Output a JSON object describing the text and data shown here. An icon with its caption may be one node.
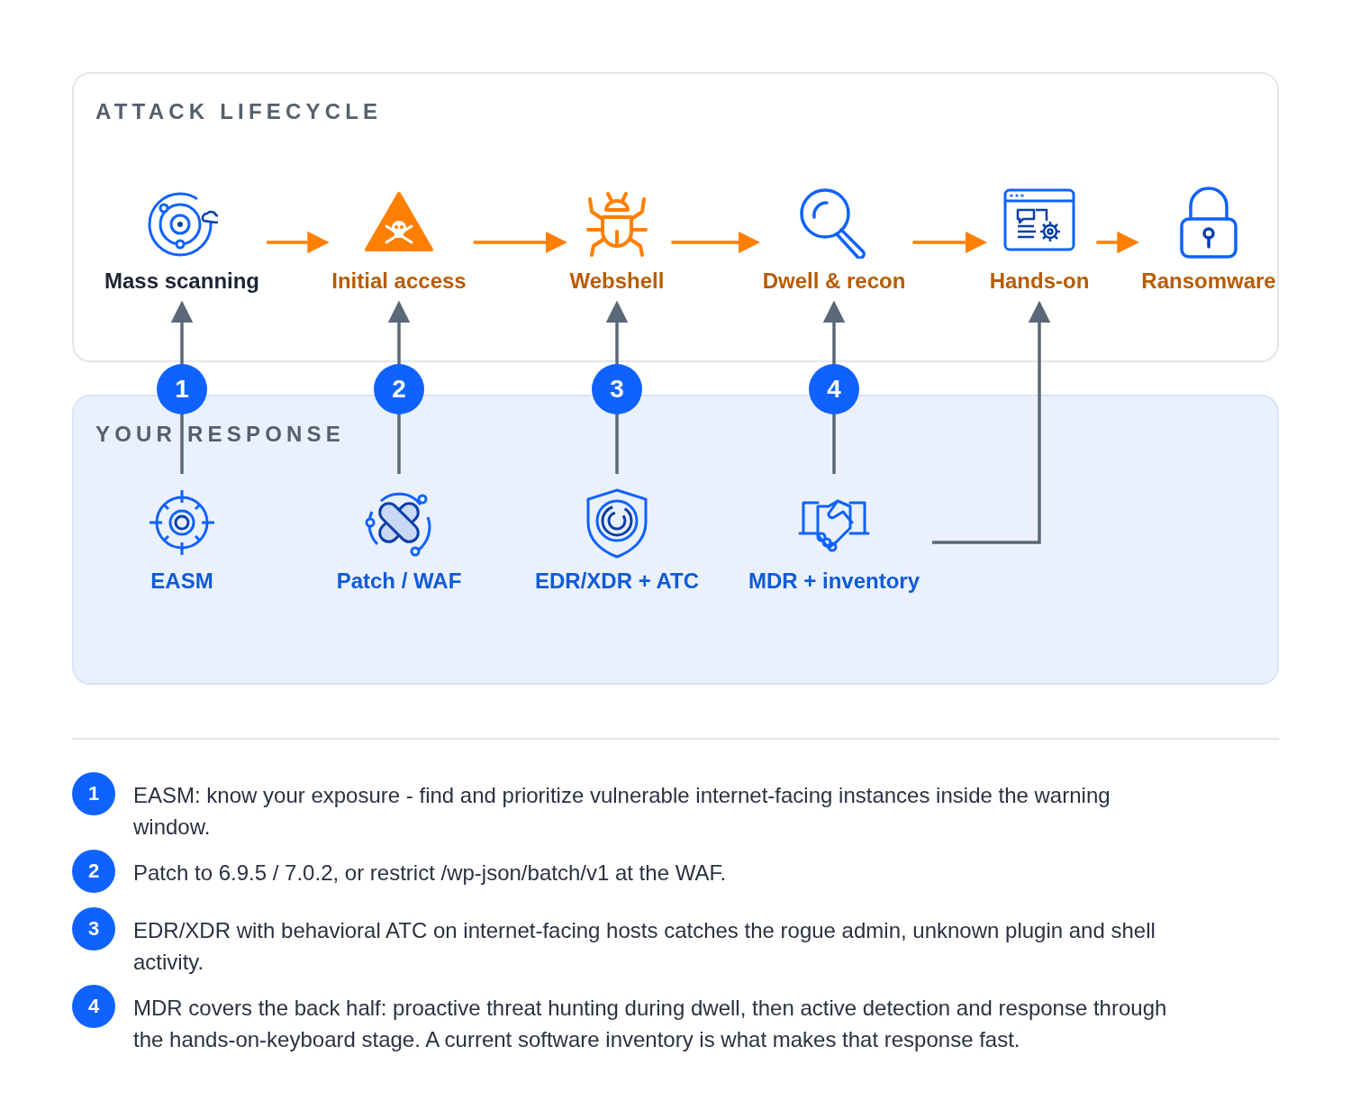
{
  "diagram": {
    "nodes": [
      {
        "text": [
          "ATTACK LIFECYCLE"
        ]
      },
      {
        "text": [
          "Mass scanning"
        ],
        "in": 0
      },
      {
        "text": [
          "Initial access"
        ],
        "in": 0
      },
      {
        "text": [
          "Webshell"
        ],
        "in": 0
      },
      {
        "text": [
          "Dwell & recon"
        ],
        "in": 0
      },
      {
        "text": [
          "Hands-on"
        ],
        "in": 0
      },
      {
        "text": [
          "Ransomware"
        ],
        "in": 0
      },
      {
        "text": [
          "YOUR RESPONSE"
        ]
      },
      {
        "text": [
          "EASM"
        ],
        "in": 7
      },
      {
        "text": [
          "Patch / WAF"
        ],
        "in": 7
      },
      {
        "text": [
          "EDR/XDR + ATC"
        ],
        "in": 7
      },
      {
        "text": [
          "MDR + inventory"
        ],
        "in": 7
      }
    ],
    "edges": [
      {
        "from": 1,
        "to": 2,
        "arrow": "to",
        "color": "#ff7f00"
      },
      {
        "from": 2,
        "to": 3,
        "arrow": "to",
        "color": "#ff7f00"
      },
      {
        "from": 3,
        "to": 4,
        "arrow": "to",
        "color": "#ff7f00"
      },
      {
        "from": 4,
        "to": 5,
        "arrow": "to",
        "color": "#ff7f00"
      },
      {
        "from": 5,
        "to": 6,
        "arrow": "to",
        "color": "#ff7f00"
      },
      {
        "from": 8,
        "to": 1,
        "arrow": "to",
        "label": "1",
        "color": "#5a6878"
      },
      {
        "from": 9,
        "to": 2,
        "arrow": "to",
        "label": "2",
        "color": "#5a6878"
      },
      {
        "from": 10,
        "to": 3,
        "arrow": "to",
        "label": "3",
        "color": "#5a6878"
      },
      {
        "from": 11,
        "to": 4,
        "arrow": "to",
        "label": "4",
        "color": "#5a6878"
      },
      {
        "from": 11,
        "to": 5,
        "arrow": "to",
        "color": "#5a6878"
      }
    ],
    "labels": [
      "1",
      "EASM: know your exposure - find and prioritize vulnerable internet-facing instances inside the warning window.",
      "2",
      "Patch to 6.9.5 / 7.0.2, or restrict /wp-json/batch/v1 at the WAF.",
      "3",
      "EDR/XDR with behavioral ATC on internet-facing hosts catches the rogue admin, unknown plugin and shell activity.",
      "4",
      "MDR covers the back half: proactive threat hunting during dwell, then active detection and response through the hands-on-keyboard stage. A current software inventory is what makes that response fast."
    ]
  }
}
